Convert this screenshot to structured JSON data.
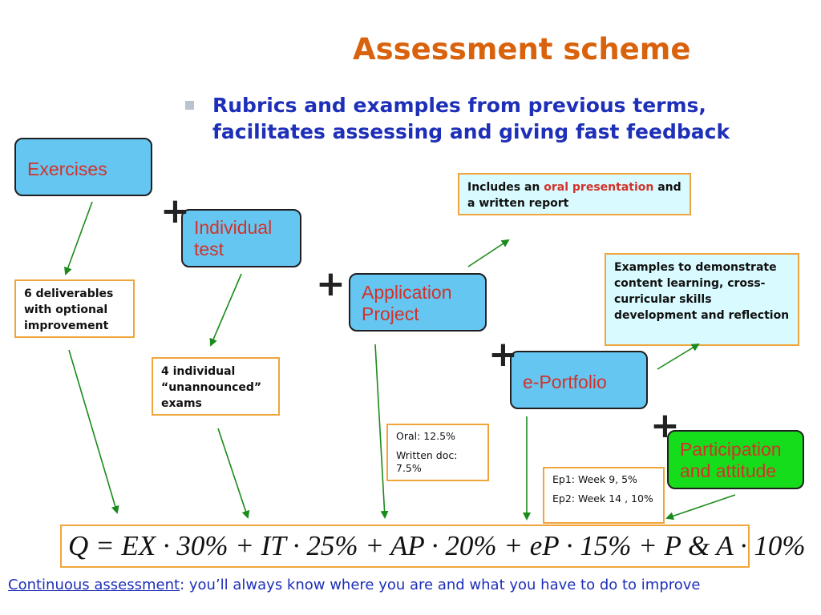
{
  "title": "Assessment scheme",
  "bullet": "Rubrics and examples from previous terms, facilitates  assessing and giving fast feedback",
  "components": {
    "exercises": "Exercises",
    "individual_test": "Individual test",
    "application_project": "Application Project",
    "eportfolio": "e-Portfolio",
    "participation": "Participation and attitude"
  },
  "notes": {
    "deliverables": "6 deliverables with optional improvement",
    "exams": "4 individual “unannounced” exams",
    "project_prefix": "Includes an ",
    "project_highlight": "oral presentation",
    "project_suffix": " and a written report",
    "portfolio": "Examples to demonstrate content learning, cross-curricular skills development and reflection",
    "oral": "Oral: 12.5%",
    "written": "Written doc: 7.5%",
    "ep1": "Ep1: Week 9,  5%",
    "ep2": "Ep2: Week 14 , 10%"
  },
  "plus_sign": "+",
  "formula": "Q = EX · 30% + IT · 25% + AP · 20% + eP · 15% + P & A · 10%",
  "footer_link": "Continuous assessment",
  "footer_rest": ": you’ll always know where you are and what you have to do to improve",
  "colors": {
    "title": "#d9620c",
    "bullet_text": "#1e2fb8",
    "box_blue": "#66c6f2",
    "box_green": "#16dd1c",
    "box_text": "#d2322a",
    "note_border": "#f0a53b",
    "arrow": "#1a8a1a",
    "highlight": "#d2322a"
  }
}
